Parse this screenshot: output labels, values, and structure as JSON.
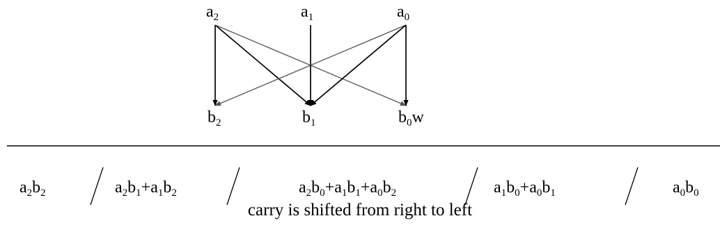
{
  "top_nodes": [
    {
      "id": "a2",
      "base": "a",
      "sub": "2",
      "suffix": ""
    },
    {
      "id": "a1",
      "base": "a",
      "sub": "1",
      "suffix": ""
    },
    {
      "id": "a0",
      "base": "a",
      "sub": "0",
      "suffix": ""
    }
  ],
  "bottom_nodes": [
    {
      "id": "b2",
      "base": "b",
      "sub": "2",
      "suffix": ""
    },
    {
      "id": "b1",
      "base": "b",
      "sub": "1",
      "suffix": ""
    },
    {
      "id": "b0",
      "base": "b",
      "sub": "0",
      "suffix": "w"
    }
  ],
  "edges": [
    {
      "from": "a2",
      "to": "b2",
      "color": "#000000"
    },
    {
      "from": "a2",
      "to": "b1",
      "color": "#000000"
    },
    {
      "from": "a2",
      "to": "b0",
      "color": "#555555"
    },
    {
      "from": "a1",
      "to": "b1",
      "color": "#000000"
    },
    {
      "from": "a0",
      "to": "b2",
      "color": "#555555"
    },
    {
      "from": "a0",
      "to": "b1",
      "color": "#000000"
    },
    {
      "from": "a0",
      "to": "b0",
      "color": "#000000"
    }
  ],
  "partial_products": [
    {
      "terms": [
        {
          "base": "a",
          "sub": "2"
        },
        {
          "base": "b",
          "sub": "2"
        }
      ],
      "joins": [
        ""
      ]
    },
    {
      "terms": [
        {
          "base": "a",
          "sub": "2"
        },
        {
          "base": "b",
          "sub": "1"
        },
        {
          "base": "a",
          "sub": "1"
        },
        {
          "base": "b",
          "sub": "2"
        }
      ],
      "joins": [
        "",
        "+",
        ""
      ]
    },
    {
      "terms": [
        {
          "base": "a",
          "sub": "2"
        },
        {
          "base": "b",
          "sub": "0"
        },
        {
          "base": "a",
          "sub": "1"
        },
        {
          "base": "b",
          "sub": "1"
        },
        {
          "base": "a",
          "sub": "0"
        },
        {
          "base": "b",
          "sub": "2"
        }
      ],
      "joins": [
        "",
        "+",
        "",
        "+",
        ""
      ]
    },
    {
      "terms": [
        {
          "base": "a",
          "sub": "1"
        },
        {
          "base": "b",
          "sub": "0"
        },
        {
          "base": "a",
          "sub": "0"
        },
        {
          "base": "b",
          "sub": "1"
        }
      ],
      "joins": [
        "",
        "+",
        ""
      ]
    },
    {
      "terms": [
        {
          "base": "a",
          "sub": "0"
        },
        {
          "base": "b",
          "sub": "0"
        }
      ],
      "joins": [
        ""
      ]
    }
  ],
  "caption": "carry is shifted from right to left",
  "colors": {
    "ink": "#000000",
    "light_arrow": "#555555",
    "background": "#ffffff"
  }
}
